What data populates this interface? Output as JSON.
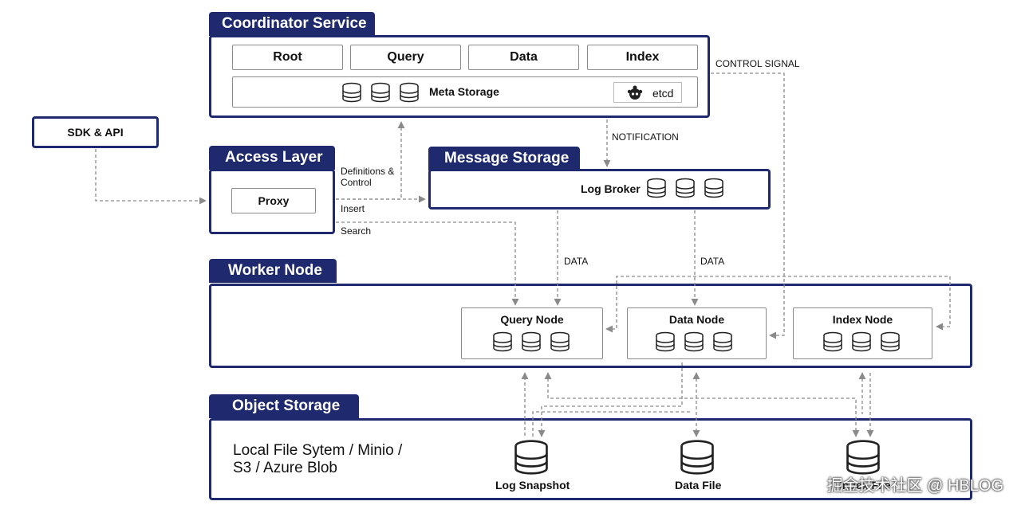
{
  "coordinator": {
    "title": "Coordinator Service",
    "components": [
      "Root",
      "Query",
      "Data",
      "Index"
    ],
    "meta_storage": "Meta Storage",
    "etcd": "etcd"
  },
  "sdk": {
    "label": "SDK & API"
  },
  "access": {
    "title": "Access Layer",
    "proxy": "Proxy"
  },
  "message": {
    "title": "Message Storage",
    "log_broker": "Log Broker"
  },
  "worker": {
    "title": "Worker Node",
    "nodes": [
      "Query Node",
      "Data Node",
      "Index Node"
    ]
  },
  "object": {
    "title": "Object Storage",
    "backend_line1": "Local File Sytem / Minio /",
    "backend_line2": "S3 / Azure Blob",
    "files": [
      "Log Snapshot",
      "Data File",
      "Index File"
    ]
  },
  "edges": {
    "control_signal": "CONTROL SIGNAL",
    "notification": "NOTIFICATION",
    "definitions_line1": "Definitions &",
    "definitions_line2": "Control",
    "insert": "Insert",
    "search": "Search",
    "data_1": "DATA",
    "data_2": "DATA"
  },
  "watermark": "掘金技术社区 @ HBLOG",
  "colors": {
    "frame": "#1f2a6e",
    "arrow": "#8a8a8a"
  }
}
